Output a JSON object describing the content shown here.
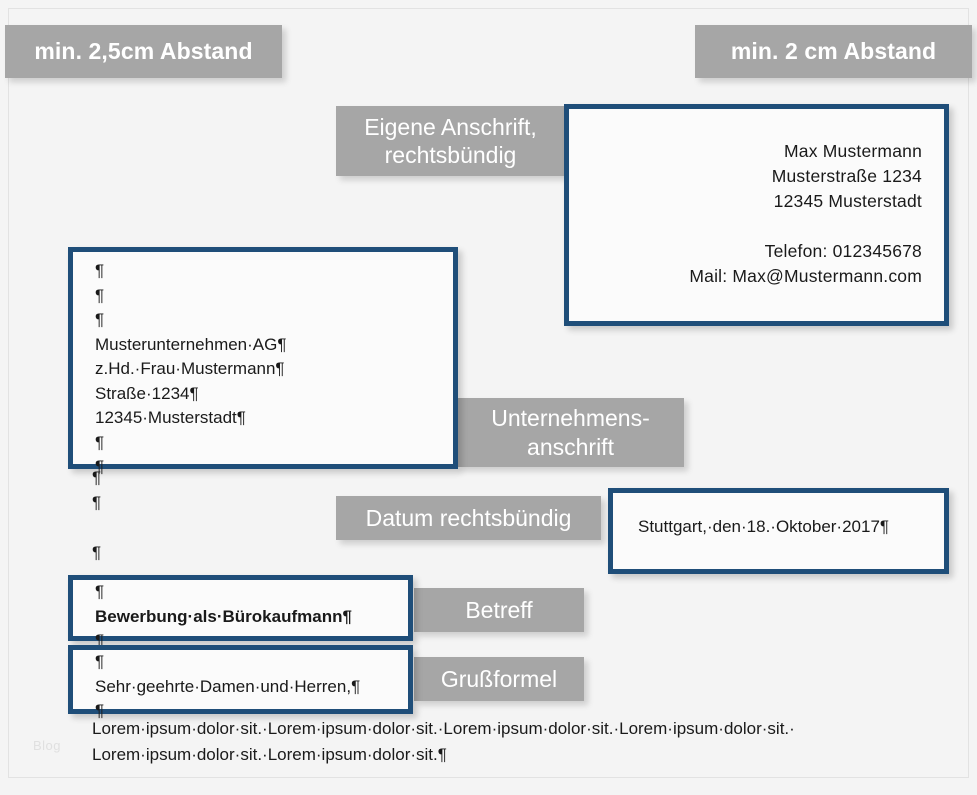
{
  "page": {
    "background_color": "#f4f4f4",
    "box_border_color": "#1f4e79",
    "callout_color": "#a6a6a6",
    "callout_text_color": "#ffffff",
    "watermark": "Blog"
  },
  "callouts": {
    "left_margin": "min. 2,5cm Abstand",
    "right_margin": "min. 2 cm Abstand",
    "own_address": "Eigene Anschrift,\nrechtsbündig",
    "company_address": "Unternehmens-\nanschrift",
    "date": "Datum rechtsbündig",
    "subject": "Betreff",
    "salutation": "Grußformel"
  },
  "sender_box": {
    "lines": "Max Mustermann\nMusterstraße 1234\n12345 Musterstadt\n\nTelefon: 012345678\nMail: Max@Mustermann.com"
  },
  "company_box": {
    "lines": "¶\n¶\n¶\nMusterunternehmen·AG¶\nz.Hd.·Frau·Mustermann¶\nStraße·1234¶\n12345·Musterstadt¶\n¶\n¶"
  },
  "date_box": {
    "line": "Stuttgart,·den·18.·Oktober·2017¶"
  },
  "subject_box": {
    "before": "¶",
    "subject": "Bewerbung·als·Bürokaufmann¶",
    "after": "¶"
  },
  "greeting_box": {
    "before": "¶",
    "greeting": "Sehr·geehrte·Damen·und·Herren,¶",
    "after": "¶"
  },
  "loose_marks": {
    "middle": "¶\n¶",
    "gap": "¶"
  },
  "body": {
    "text": "Lorem·ipsum·dolor·sit.·Lorem·ipsum·dolor·sit.·Lorem·ipsum·dolor·sit.·Lorem·ipsum·dolor·sit.·\nLorem·ipsum·dolor·sit.·Lorem·ipsum·dolor·sit.¶"
  }
}
